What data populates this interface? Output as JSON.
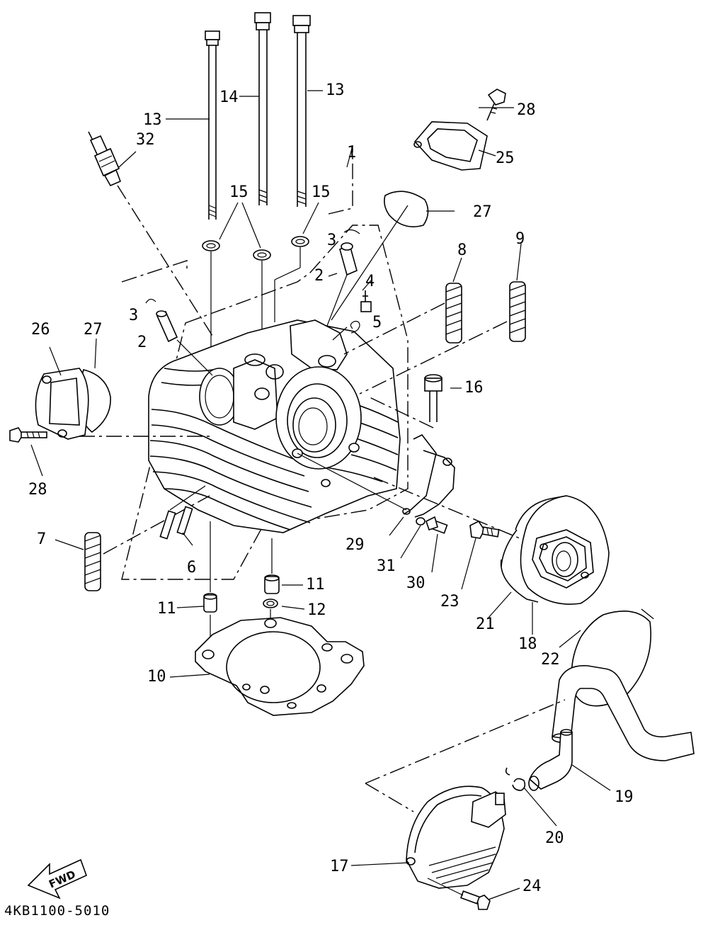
{
  "diagram": {
    "part_number": "4KB1100-5010",
    "fwd_label": "FWD",
    "callouts": {
      "c13a": "13",
      "c13b": "13",
      "c14": "14",
      "c15a": "15",
      "c15b": "15",
      "c32": "32",
      "c1": "1",
      "c28a": "28",
      "c25": "25",
      "c27a": "27",
      "c3a": "3",
      "c2a": "2",
      "c4": "4",
      "c5": "5",
      "c8": "8",
      "c9": "9",
      "c3b": "3",
      "c2b": "2",
      "c26": "26",
      "c27b": "27",
      "c16": "16",
      "c28b": "28",
      "c7": "7",
      "c6": "6",
      "c29": "29",
      "c31": "31",
      "c30": "30",
      "c23": "23",
      "c21": "21",
      "c18": "18",
      "c22": "22",
      "c11a": "11",
      "c11b": "11",
      "c12": "12",
      "c10": "10",
      "c19": "19",
      "c20": "20",
      "c17": "17",
      "c24": "24"
    }
  }
}
